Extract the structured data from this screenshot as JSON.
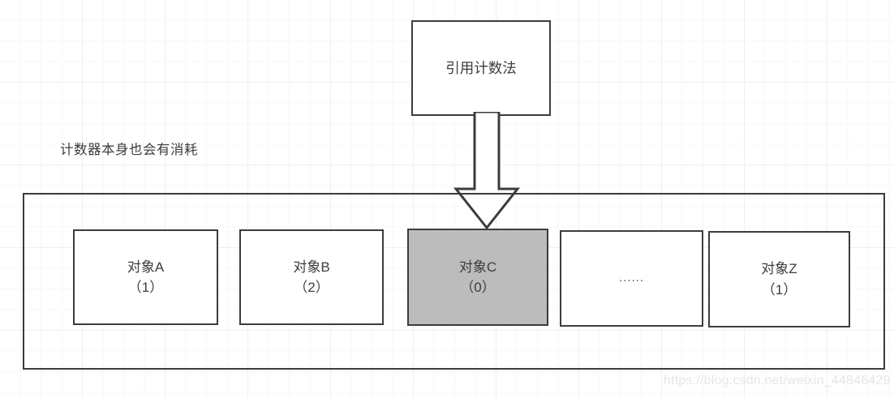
{
  "diagram": {
    "title_box": {
      "label": "引用计数法"
    },
    "note": {
      "text": "计数器本身也会有消耗"
    },
    "arrow": {
      "name": "down-block-arrow",
      "from": "引用计数法",
      "to": "对象C"
    },
    "heap_container": {
      "name": "object-heap-container",
      "objects": [
        {
          "name": "对象A",
          "count": "（1）",
          "highlighted": false
        },
        {
          "name": "对象B",
          "count": "（2）",
          "highlighted": false
        },
        {
          "name": "对象C",
          "count": "（0）",
          "highlighted": true
        },
        {
          "name": "......",
          "count": "",
          "highlighted": false
        },
        {
          "name": "对象Z",
          "count": "（1）",
          "highlighted": false
        }
      ]
    },
    "watermark": {
      "text": "https://blog.csdn.net/weixin_44846429"
    },
    "colors": {
      "stroke": "#3c3c3c",
      "highlight_fill": "#bcbcbc",
      "box_fill": "#ffffff",
      "text": "#3d3d3d",
      "grid_major": "#eceff1",
      "grid_minor": "#f6f7f8",
      "watermark": "#e3e6e8"
    }
  }
}
